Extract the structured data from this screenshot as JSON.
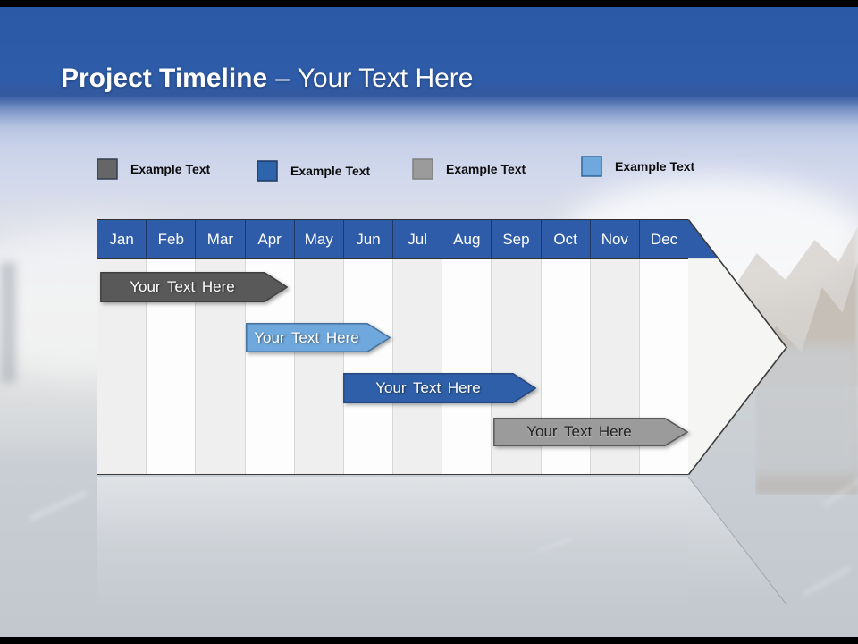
{
  "slide": {
    "title": {
      "emphasis": "Project Timeline",
      "suffix": "– Your Text Here"
    }
  },
  "legend": {
    "items": [
      {
        "label": "Example Text",
        "fill": "#666666",
        "border": "#333f50"
      },
      {
        "label": "Example Text",
        "fill": "#2e64ab",
        "border": "#1f3864"
      },
      {
        "label": "Example Text",
        "fill": "#9b9b9b",
        "border": "#7f7f7f"
      },
      {
        "label": "Example Text",
        "fill": "#6fa8dc",
        "border": "#31679b"
      }
    ]
  },
  "timeline": {
    "months": [
      "Jan",
      "Feb",
      "Mar",
      "Apr",
      "May",
      "Jun",
      "Jul",
      "Aug",
      "Sep",
      "Oct",
      "Nov",
      "Dec"
    ],
    "header_color": "#2e5ca8",
    "arrow_fill": "#f5f5f3",
    "bars": [
      {
        "label": "Your Text Here",
        "fill": "#595959",
        "border": "#3f3f3f",
        "text_color": "#ffffff",
        "span": "Jan-Mar"
      },
      {
        "label": "Your Text Here",
        "fill": "#6fa8dc",
        "border": "#41719c",
        "text_color": "#ffffff",
        "span": "Apr-Jun"
      },
      {
        "label": "Your Text Here",
        "fill": "#2e5fa8",
        "border": "#24477f",
        "text_color": "#ffffff",
        "span": "Jun-Sep"
      },
      {
        "label": "Your Text Here",
        "fill": "#9b9b9b",
        "border": "#595959",
        "text_color": "#262626",
        "span": "Sep-Dec"
      }
    ]
  }
}
